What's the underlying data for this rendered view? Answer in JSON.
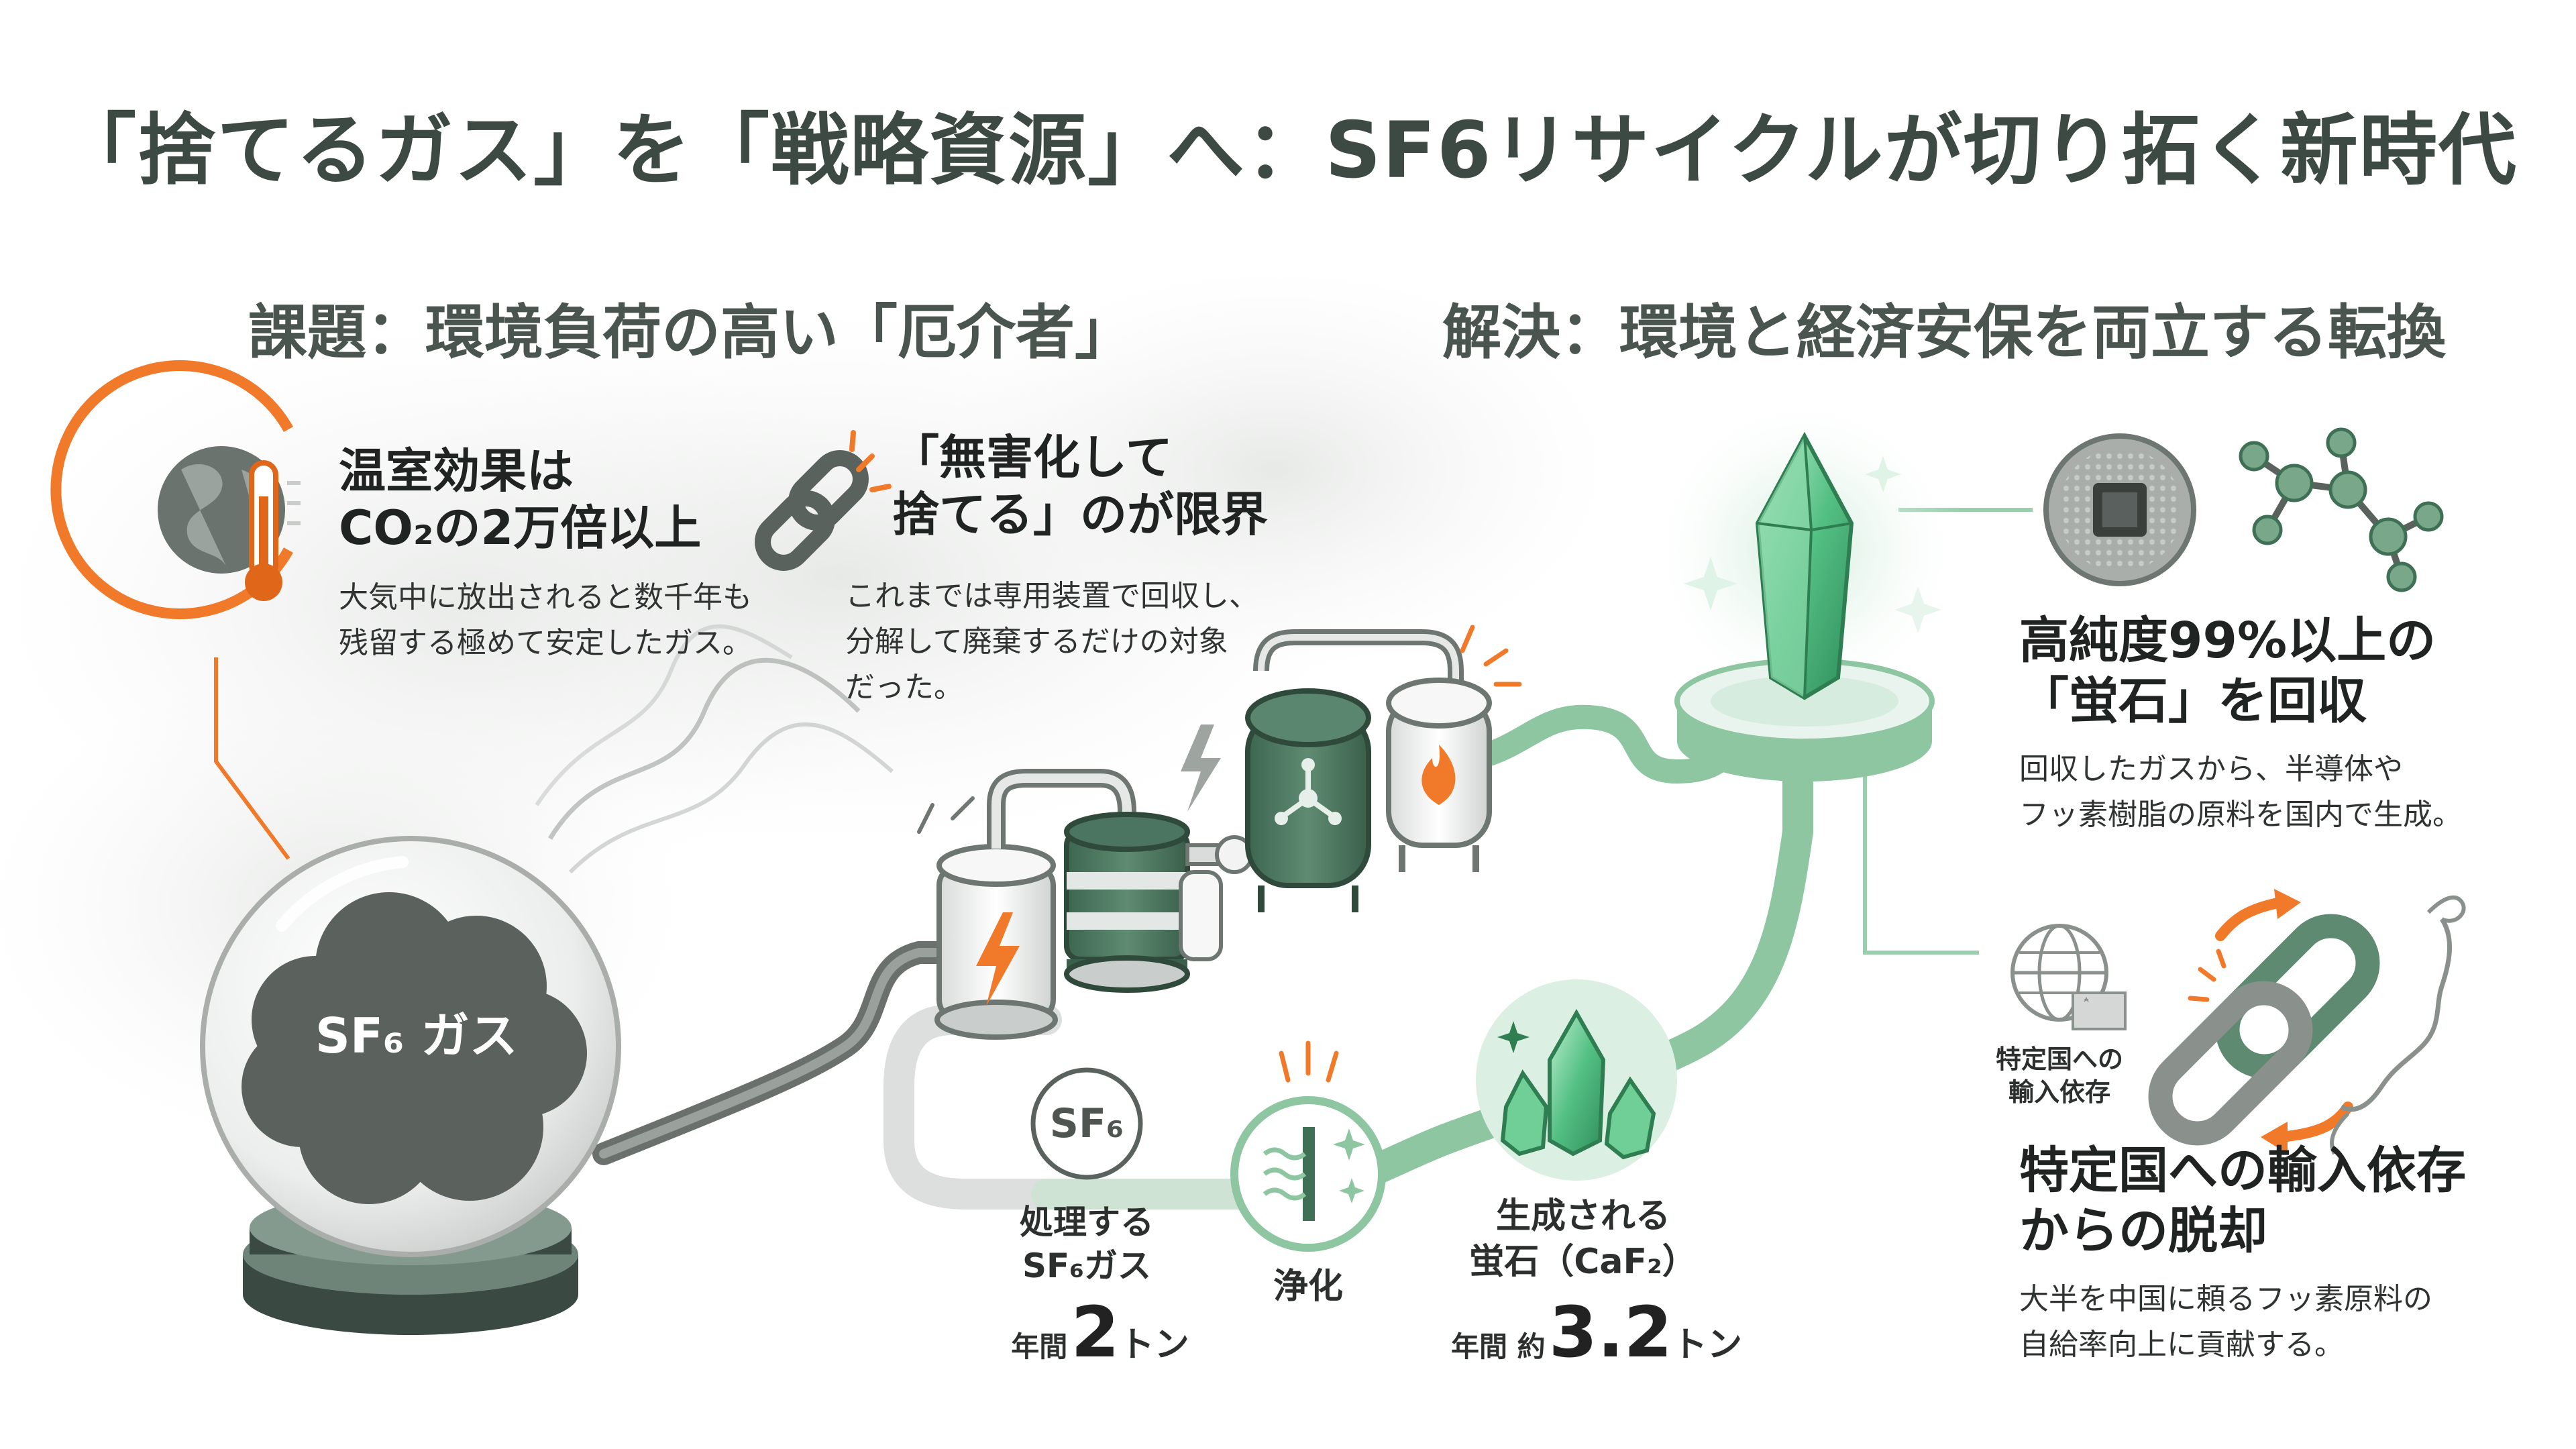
{
  "title": "「捨てるガス」を「戦略資源」へ：SF6リサイクルが切り拓く新時代",
  "problem": {
    "heading": "課題：環境負荷の高い「厄介者」",
    "point1": {
      "heading_l1": "温室効果は",
      "heading_l2": "CO₂の2万倍以上",
      "body_l1": "大気中に放出されると数千年も",
      "body_l2": "残留する極めて安定したガス。",
      "icon": "globe-thermometer-icon"
    },
    "point2": {
      "heading_l1": "「無害化して",
      "heading_l2": "捨てる」のが限界",
      "body_l1": "これまでは専用装置で回収し、",
      "body_l2": "分解して廃棄するだけの対象",
      "body_l3": "だった。",
      "icon": "broken-link-icon"
    },
    "sphere_label": "SF₆ ガス"
  },
  "solution": {
    "heading": "解決：環境と経済安保を両立する転換",
    "point1": {
      "heading_l1": "高純度99%以上の",
      "heading_l2": "「蛍石」を回収",
      "body_l1": "回収したガスから、半導体や",
      "body_l2": "フッ素樹脂の原料を国内で生成。"
    },
    "point2": {
      "heading_l1": "特定国への輸入依存",
      "heading_l2": "からの脱却",
      "body_l1": "大半を中国に頼るフッ素原料の",
      "body_l2": "自給率向上に貢献する。",
      "icon_label_l1": "特定国への",
      "icon_label_l2": "輸入依存"
    }
  },
  "process": {
    "sf6_badge": "SF₆",
    "input_label_l1": "処理する",
    "input_label_l2": "SF₆ガス",
    "input_prefix": "年間",
    "input_value": "2",
    "input_unit": "トン",
    "purify_label": "浄化",
    "output_label_l1": "生成される",
    "output_label_l2": "蛍石（CaF₂）",
    "output_prefix": "年間 約",
    "output_value": "3.2",
    "output_unit": "トン"
  },
  "colors": {
    "title": "#3d4a44",
    "accent_orange": "#f07a2a",
    "green_main": "#8dc6a1",
    "green_dark": "#3f6f55",
    "gray_dark": "#505852",
    "crystal": "#5fc88a"
  }
}
